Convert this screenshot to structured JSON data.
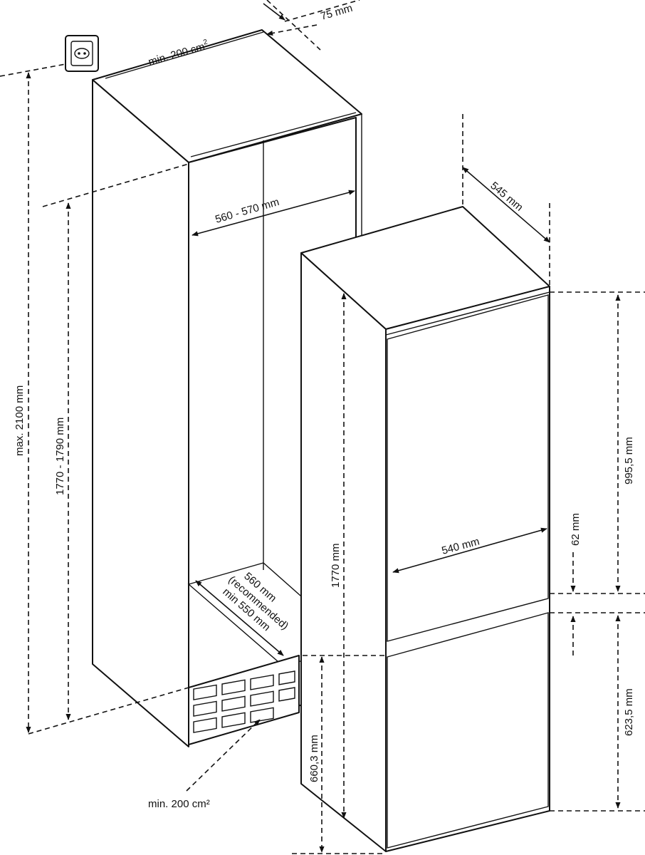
{
  "labels": {
    "vent_top": "min. 200 cm",
    "vent_top_sup": "2",
    "vent_bottom": "min. 200 cm²",
    "gap_top": "75 mm",
    "niche_width": "560 - 570 mm",
    "niche_depth_line1": "560 mm",
    "niche_depth_line2": "(recommended)",
    "niche_depth_line3": "min 550 mm",
    "max_height": "max. 2100 mm",
    "niche_height": "1770 - 1790 mm",
    "appliance_height": "1770 mm",
    "appliance_depth": "545 mm",
    "appliance_width": "540 mm",
    "upper_door": "995,5 mm",
    "door_gap": "62 mm",
    "lower_door": "623,5 mm",
    "bottom_height": "660,3 mm"
  },
  "colors": {
    "line": "#111111",
    "fill": "#ffffff"
  },
  "icons": [
    "power-socket-icon"
  ]
}
